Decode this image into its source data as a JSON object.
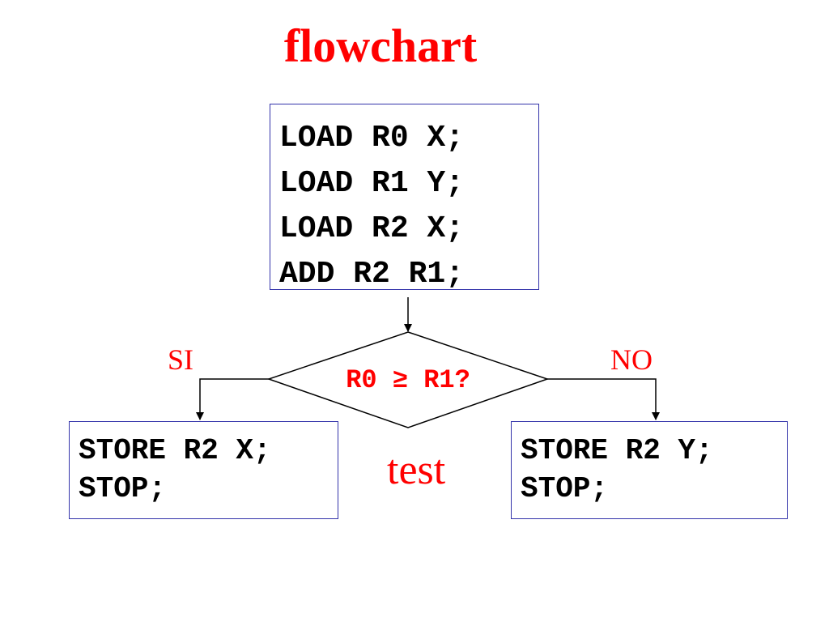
{
  "title": "flowchart",
  "colors": {
    "accent": "#ff0000",
    "box_border": "#3333aa",
    "line": "#000000"
  },
  "flowchart": {
    "start_block": {
      "lines": [
        "LOAD R0 X;",
        "LOAD R1 Y;",
        "LOAD R2 X;",
        "ADD R2 R1;"
      ]
    },
    "decision": {
      "text": "R0 ≥ R1?",
      "label": "test"
    },
    "branch_yes": {
      "label": "SI",
      "lines": [
        "STORE R2 X;",
        "STOP;"
      ]
    },
    "branch_no": {
      "label": "NO",
      "lines": [
        "STORE R2 Y;",
        "STOP;"
      ]
    }
  }
}
